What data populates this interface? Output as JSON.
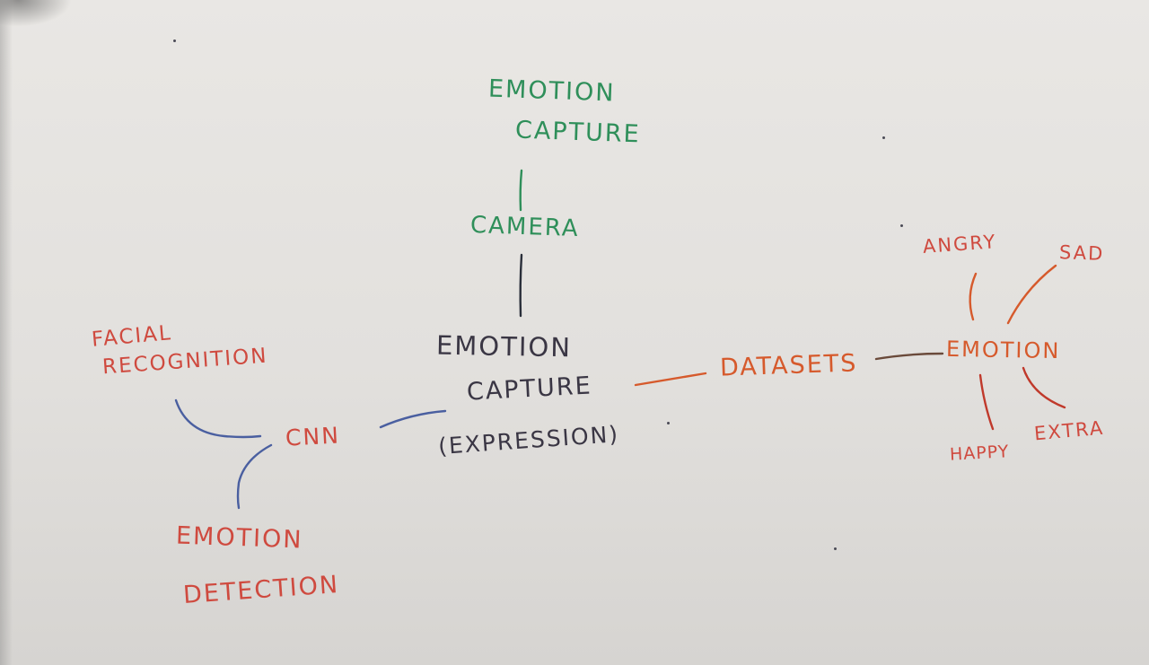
{
  "nodes": {
    "emotion_capture_top": {
      "line1": "Emotion",
      "line2": "Capture"
    },
    "camera": "Camera",
    "emotion_capture_main": {
      "line1": "Emotion",
      "line2": "Capture",
      "line3": "(Expression)"
    },
    "facial_recognition": {
      "line1": "Facial",
      "line2": "Recognition"
    },
    "cnn": "CNN",
    "emotion_detection": {
      "line1": "Emotion",
      "line2": "Detection"
    },
    "datasets": "Datasets",
    "emotion_right": "Emotion",
    "angry": "Angry",
    "sad": "Sad",
    "happy": "Happy",
    "extra": "Extra"
  },
  "colors": {
    "green_ink": "#2f8f5a",
    "red_ink": "#cf4a3f",
    "dark_ink": "#3a3644",
    "orange_ink": "#d65a2c",
    "blue_ink": "#4a5fa0",
    "paper": "#e6e4e1"
  }
}
